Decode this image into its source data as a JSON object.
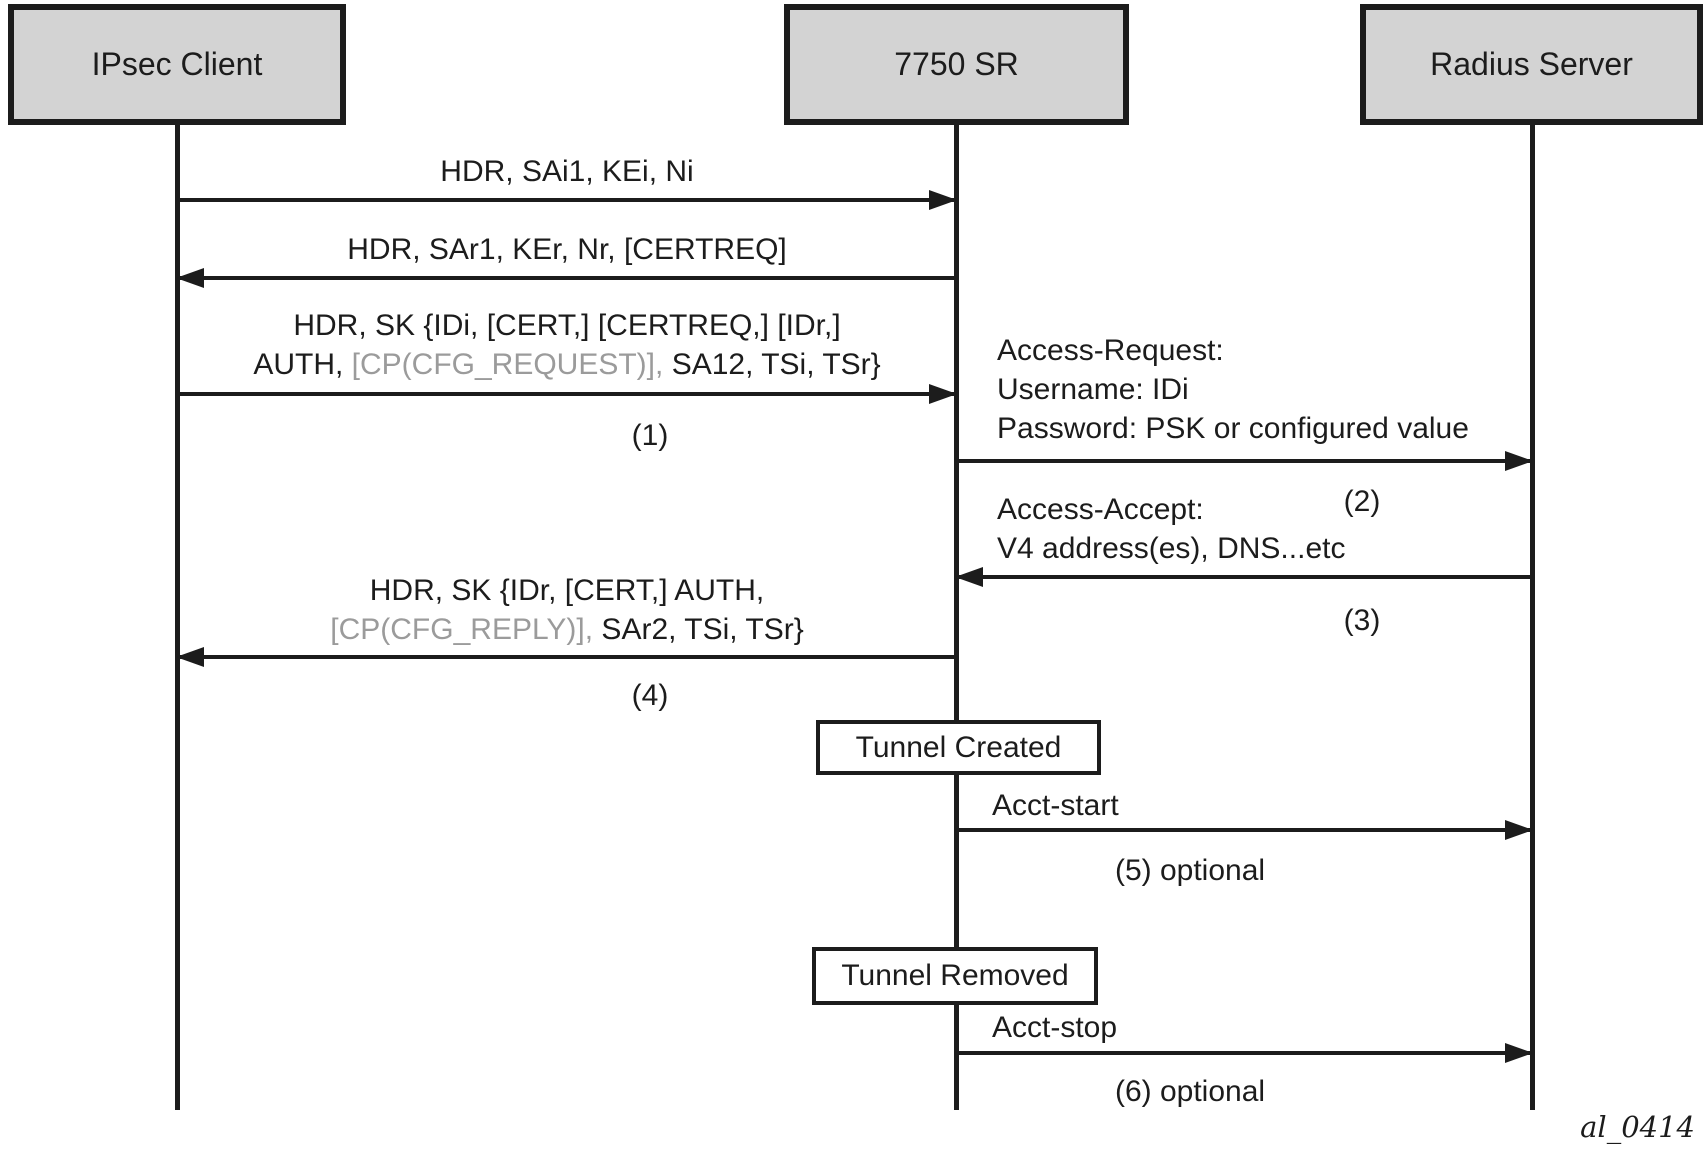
{
  "actors": [
    {
      "label": "IPsec Client"
    },
    {
      "label": "7750 SR"
    },
    {
      "label": "Radius Server"
    }
  ],
  "messages": {
    "m1": {
      "label": "HDR, SAi1, KEi, Ni"
    },
    "m2": {
      "label": "HDR, SAr1, KEr, Nr, [CERTREQ]"
    },
    "m3": {
      "line1": "HDR, SK {IDi, [CERT,] [CERTREQ,] [IDr,]",
      "line2_pre": "AUTH, ",
      "line2_gray": "[CP(CFG_REQUEST)],",
      "line2_post": " SA12, TSi, TSr}",
      "step": "(1)"
    },
    "m4": {
      "line1": "Access-Request:",
      "line2": "Username: IDi",
      "line3": "Password: PSK or configured value",
      "step": "(2)"
    },
    "m5": {
      "line1": "Access-Accept:",
      "line2": "V4 address(es), DNS...etc",
      "step": "(3)"
    },
    "m6": {
      "line1": "HDR, SK {IDr, [CERT,] AUTH,",
      "line2_gray": "[CP(CFG_REPLY)],",
      "line2_post": " SAr2, TSi, TSr}",
      "step": "(4)"
    },
    "m7": {
      "label": "Acct-start",
      "step": "(5) optional"
    },
    "m8": {
      "label": "Acct-stop",
      "step": "(6) optional"
    }
  },
  "states": {
    "tunnel_created": "Tunnel Created",
    "tunnel_removed": "Tunnel Removed"
  },
  "footer": {
    "figure_id": "al_0414"
  },
  "colors": {
    "actor_fill": "#d3d3d3",
    "line": "#1c1c1c",
    "muted_text": "#9b9b9b"
  }
}
